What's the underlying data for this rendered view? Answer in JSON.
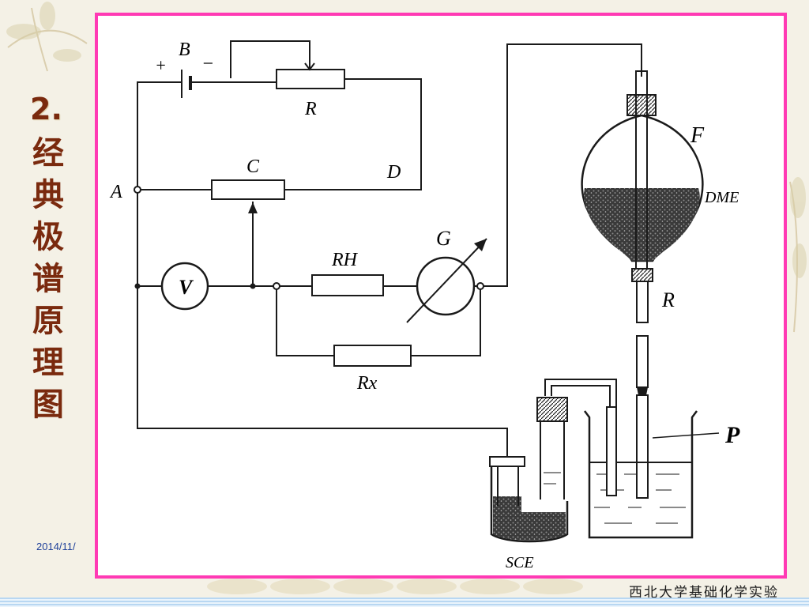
{
  "slide": {
    "heading_number": "2.",
    "heading_chars": [
      "经",
      "典",
      "极",
      "谱",
      "原",
      "理",
      "图"
    ],
    "date": "2014/11/",
    "footer": "西北大学基础化学实验"
  },
  "diagram": {
    "labels": {
      "battery": "B",
      "plus": "+",
      "minus": "−",
      "rheostat": "R",
      "node_a": "A",
      "slide_wire": "C",
      "node_d": "D",
      "voltmeter": "V",
      "resistor_h": "RH",
      "resistor_x": "Rx",
      "galvanometer": "G",
      "funnel": "F",
      "dme": "DME",
      "reservoir_r": "R",
      "cell_p": "P",
      "sce": "SCE"
    }
  },
  "colors": {
    "frame_border": "#ff3ab4",
    "heading": "#7a2a0e",
    "date": "#1d3f99"
  }
}
